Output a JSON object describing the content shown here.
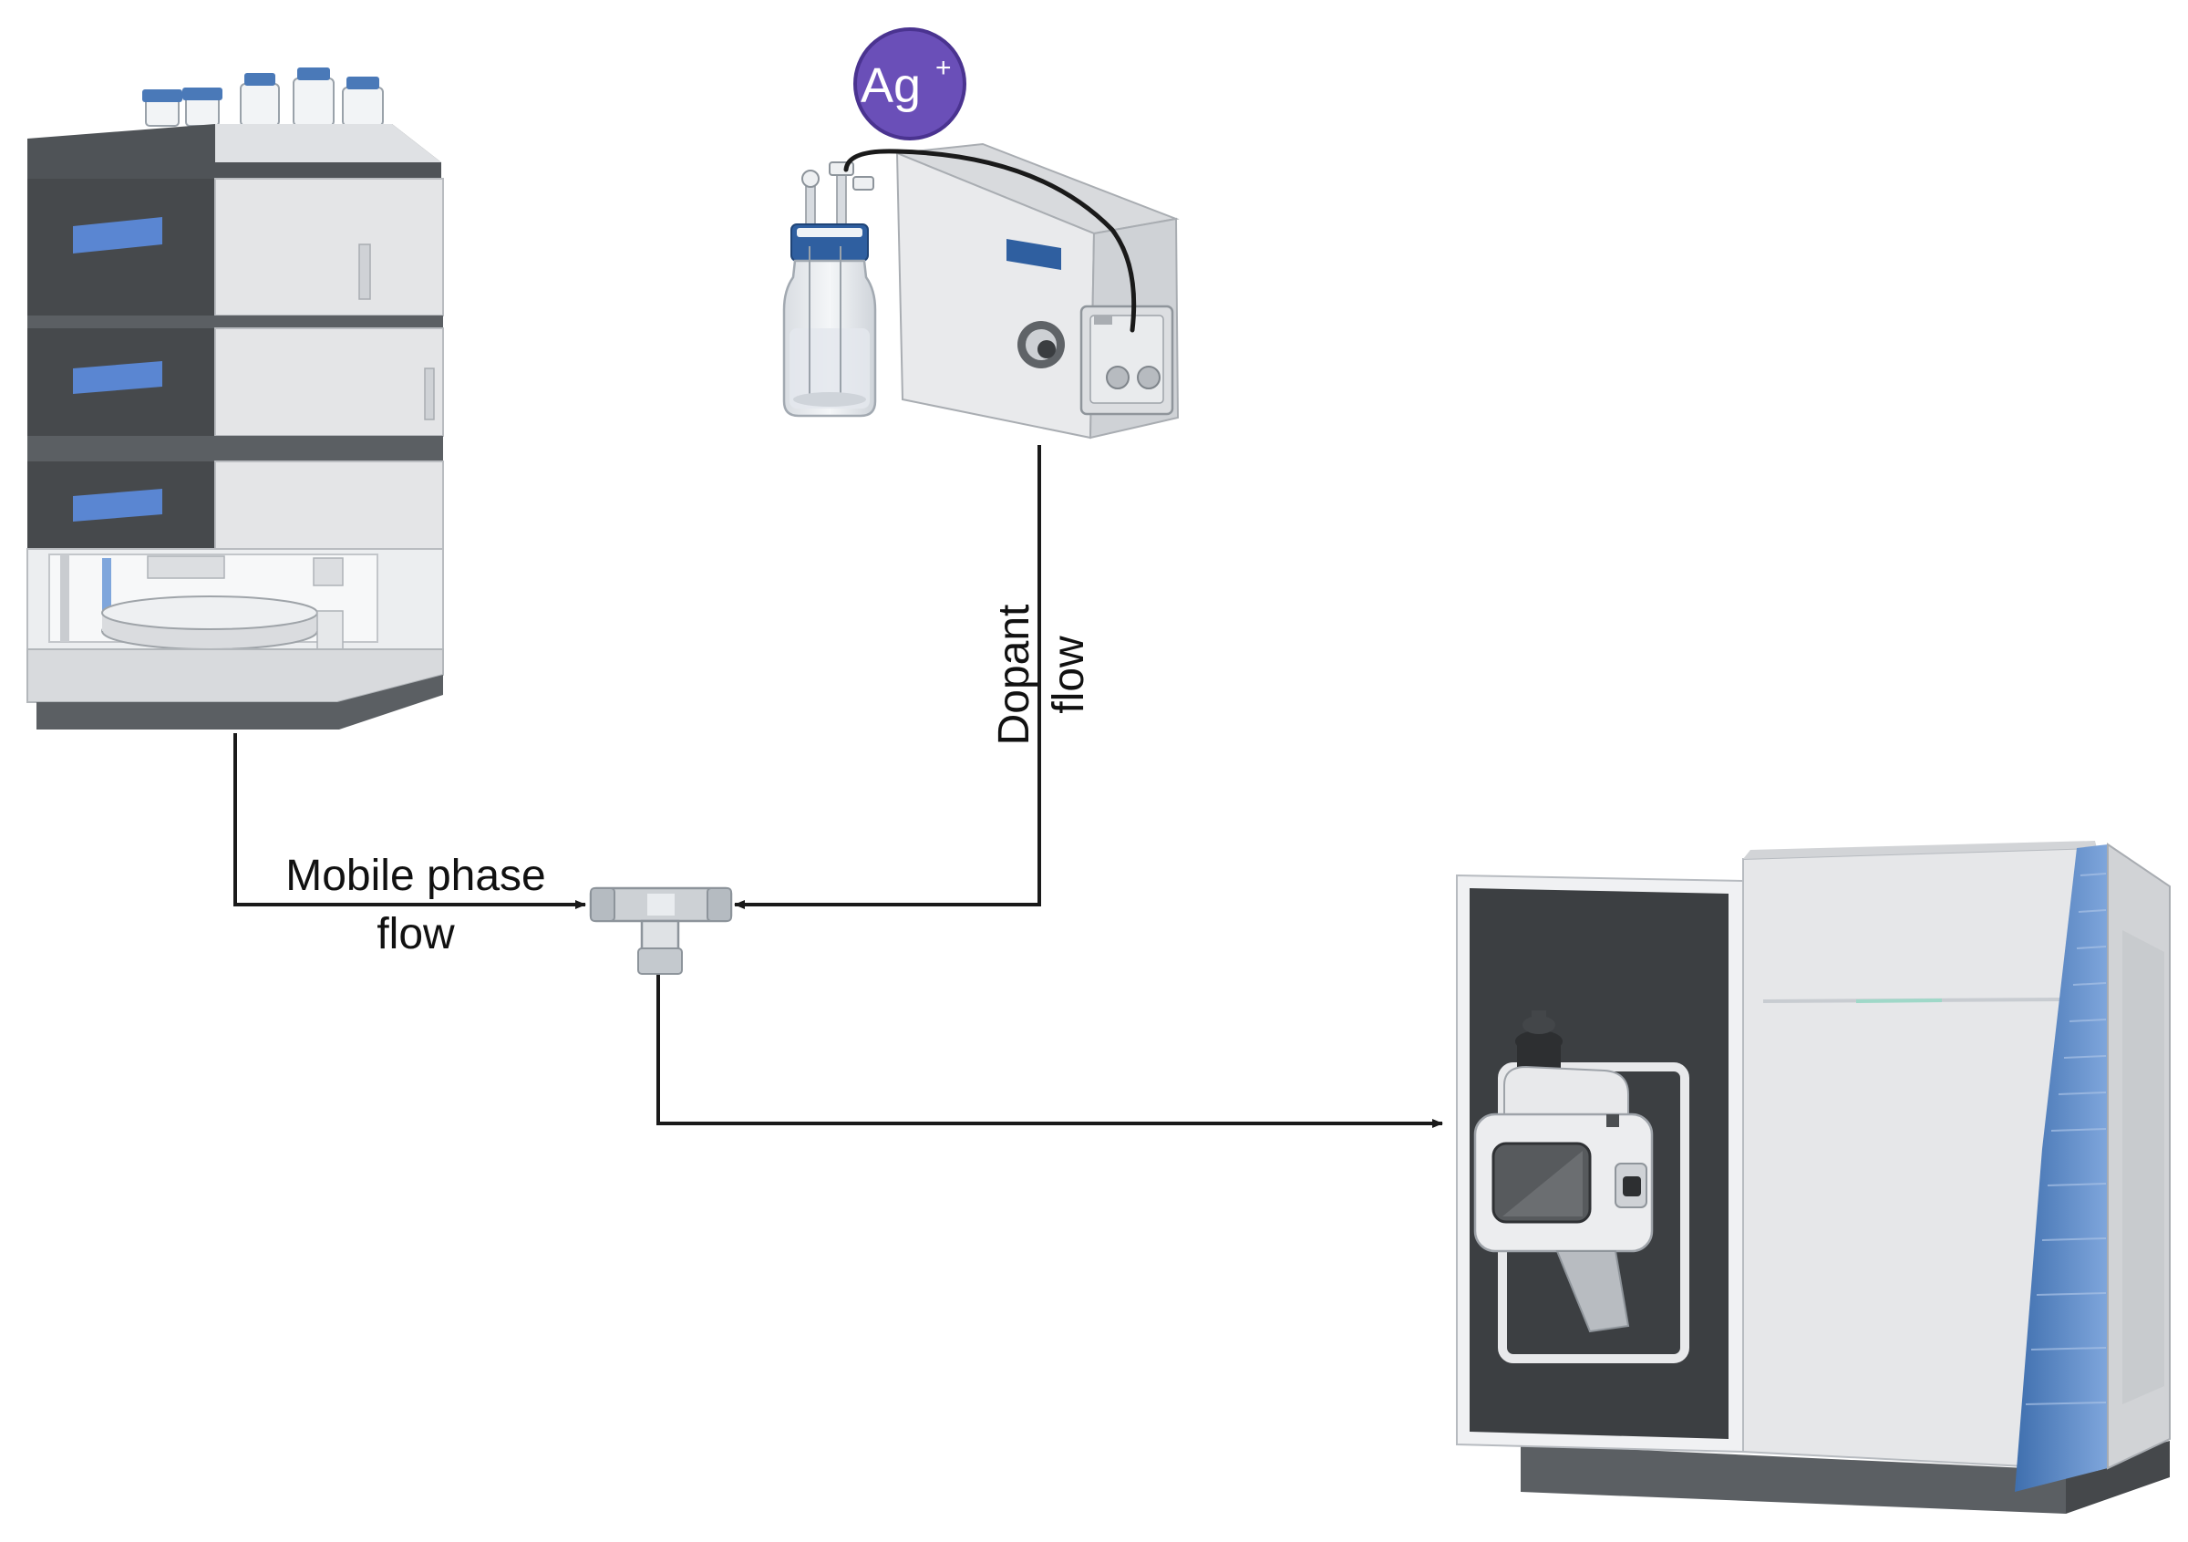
{
  "labels": {
    "ion_symbol": "Ag",
    "ion_charge": "+",
    "mobile_phase_line1": "Mobile phase",
    "mobile_phase_line2": "flow",
    "dopant_line1": "Dopant",
    "dopant_line2": "flow"
  },
  "colors": {
    "line": "#1a1a1a",
    "ion_badge": "#6a4fb8",
    "ion_badge_border": "#4a3390",
    "panel_blue": "#5a86d2",
    "dark_gray": "#46494c",
    "light_gray": "#e7e8ea",
    "ms_accent": "#4f7fc1"
  },
  "icons": {
    "hplc": "hplc-stack-icon",
    "pump": "syringe-pump-icon",
    "bottle": "dopant-bottle-icon",
    "tee": "tee-connector-icon",
    "ms": "mass-spectrometer-icon"
  }
}
